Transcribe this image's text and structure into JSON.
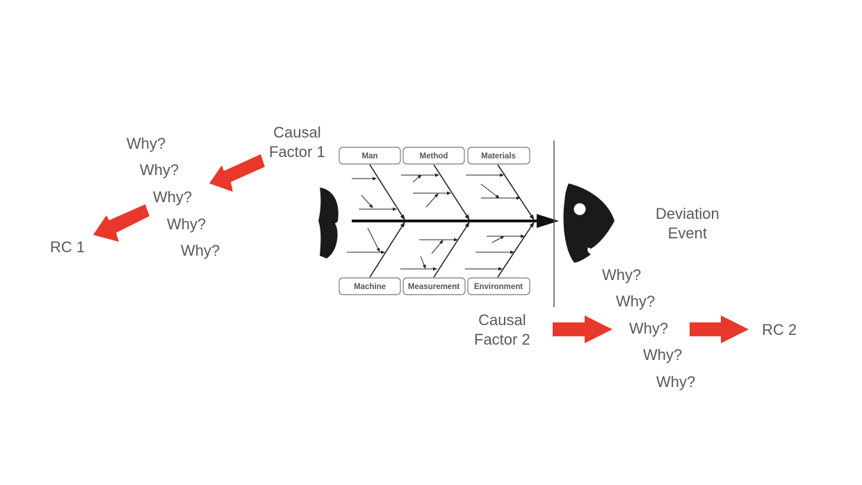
{
  "title": "Fishbone + 5 Whys root cause analysis",
  "colors": {
    "text": "#595959",
    "arrow": "#e8382b",
    "fish": "#1a1a1a"
  },
  "left_chain": {
    "causal_factor": "Causal\nFactor 1",
    "causal_factor_line1": "Causal",
    "causal_factor_line2": "Factor 1",
    "whys": [
      "Why?",
      "Why?",
      "Why?",
      "Why?",
      "Why?"
    ],
    "root_cause": "RC 1"
  },
  "right_chain": {
    "causal_factor_line1": "Causal",
    "causal_factor_line2": "Factor 2",
    "whys": [
      "Why?",
      "Why?",
      "Why?",
      "Why?",
      "Why?"
    ],
    "root_cause": "RC 2"
  },
  "effect": {
    "line1": "Deviation",
    "line2": "Event"
  },
  "fishbone": {
    "top_categories": [
      "Man",
      "Method",
      "Materials"
    ],
    "bottom_categories": [
      "Machine",
      "Measurement",
      "Environment"
    ]
  }
}
